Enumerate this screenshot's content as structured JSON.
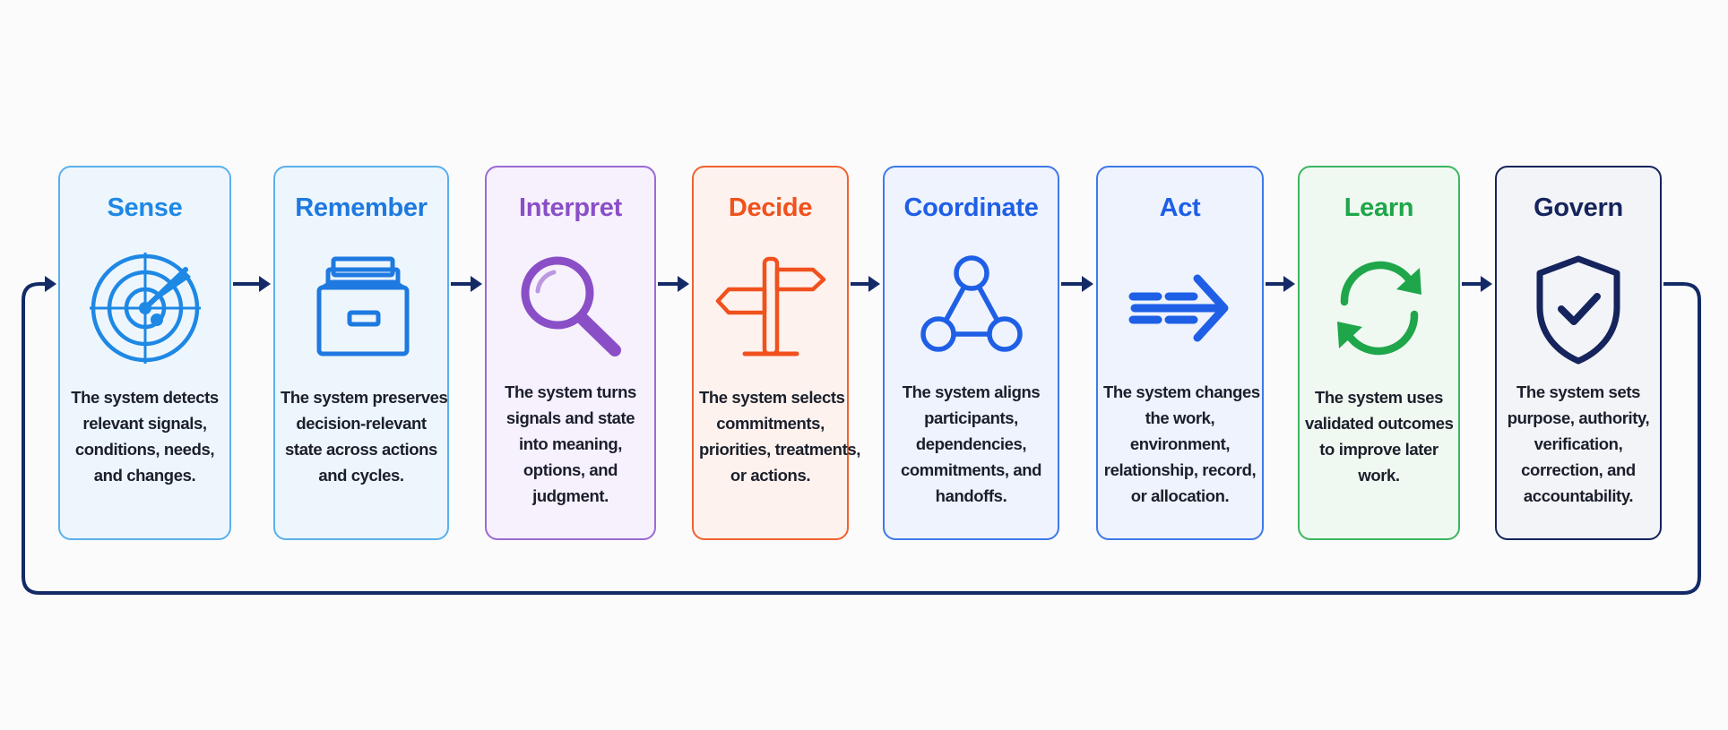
{
  "stages": [
    {
      "key": "sense",
      "title": "Sense",
      "icon": "radar-icon",
      "color": "#1e88e5",
      "bg": "#eef6fd",
      "border": "#5bb0ec",
      "lines": [
        "The system detects",
        "relevant signals,",
        "conditions, needs,",
        "and changes."
      ]
    },
    {
      "key": "remember",
      "title": "Remember",
      "icon": "file-drawer-icon",
      "color": "#1e79e0",
      "bg": "#eef6fd",
      "border": "#5bb0ec",
      "lines": [
        "The system preserves",
        "decision-relevant",
        "state across actions",
        "and cycles."
      ]
    },
    {
      "key": "interpret",
      "title": "Interpret",
      "icon": "magnifier-icon",
      "color": "#8a4fc7",
      "bg": "#f6f1fc",
      "border": "#9c6ad3",
      "lines": [
        "The system turns",
        "signals and state",
        "into meaning,",
        "options, and",
        "judgment."
      ]
    },
    {
      "key": "decide",
      "title": "Decide",
      "icon": "signpost-icon",
      "color": "#f0511d",
      "bg": "#fef2ee",
      "border": "#f0622f",
      "lines": [
        "The system selects",
        "commitments,",
        "priorities, treatments,",
        "or actions."
      ]
    },
    {
      "key": "coordinate",
      "title": "Coordinate",
      "icon": "network-nodes-icon",
      "color": "#1f5fe6",
      "bg": "#eef3fd",
      "border": "#3f79e8",
      "lines": [
        "The system aligns",
        "participants,",
        "dependencies,",
        "commitments, and",
        "handoffs."
      ]
    },
    {
      "key": "act",
      "title": "Act",
      "icon": "forward-arrow-icon",
      "color": "#1f5fe6",
      "bg": "#eef3fd",
      "border": "#3f79e8",
      "lines": [
        "The system changes",
        "the work,",
        "environment,",
        "relationship, record,",
        "or allocation."
      ]
    },
    {
      "key": "learn",
      "title": "Learn",
      "icon": "refresh-cycle-icon",
      "color": "#1fa64a",
      "bg": "#eff9f1",
      "border": "#3cb660",
      "lines": [
        "The system uses",
        "validated outcomes",
        "to improve later",
        "work."
      ]
    },
    {
      "key": "govern",
      "title": "Govern",
      "icon": "shield-check-icon",
      "color": "#15245c",
      "bg": "#f3f4f8",
      "border": "#15245c",
      "lines": [
        "The system sets",
        "purpose, authority,",
        "verification,",
        "correction, and",
        "accountability."
      ]
    }
  ],
  "connector_color": "#142a66"
}
